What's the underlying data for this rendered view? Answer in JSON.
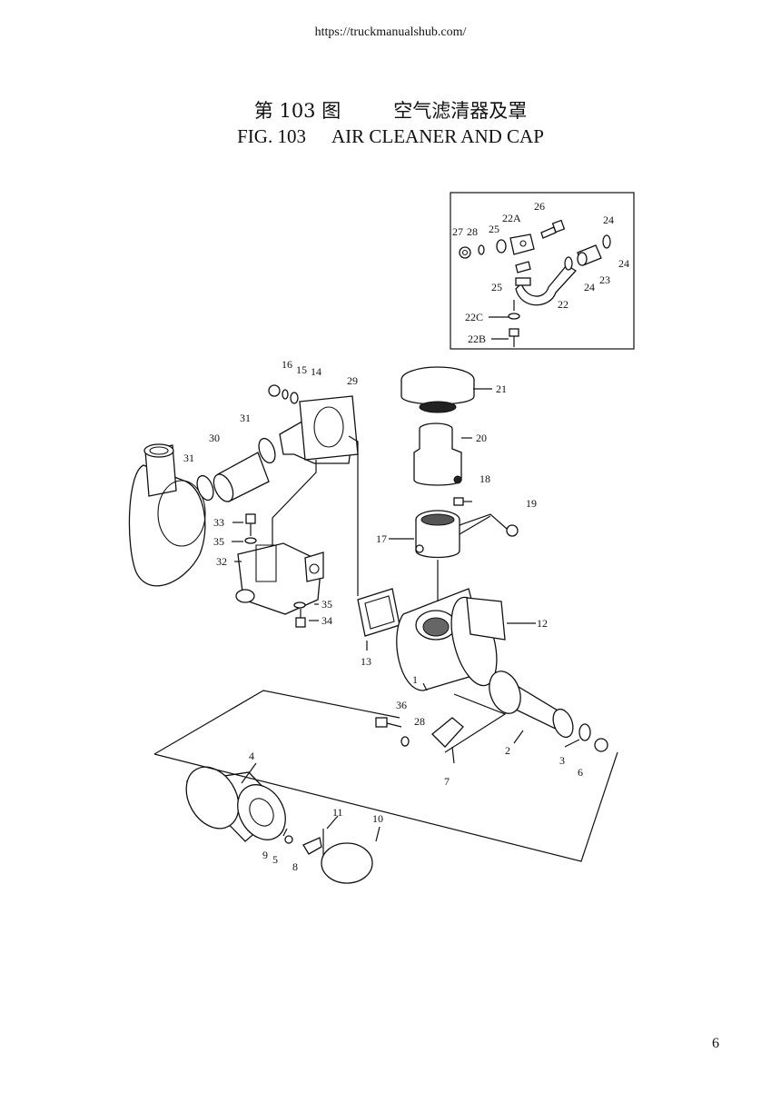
{
  "header": {
    "url": "https://truckmanualshub.com/"
  },
  "title": {
    "cn_fig": "第 103 图",
    "cn_name": "空气滤清器及罩",
    "en_fig": "FIG. 103",
    "en_name": "AIR CLEANER AND CAP"
  },
  "callouts": [
    "1",
    "2",
    "3",
    "4",
    "5",
    "6",
    "7",
    "8",
    "9",
    "10",
    "11",
    "12",
    "13",
    "14",
    "15",
    "16",
    "17",
    "18",
    "19",
    "20",
    "21",
    "22",
    "22A",
    "22B",
    "22C",
    "23",
    "24",
    "25",
    "26",
    "27",
    "28",
    "29",
    "30",
    "31",
    "32",
    "33",
    "34",
    "35",
    "36"
  ],
  "page_number": "6"
}
